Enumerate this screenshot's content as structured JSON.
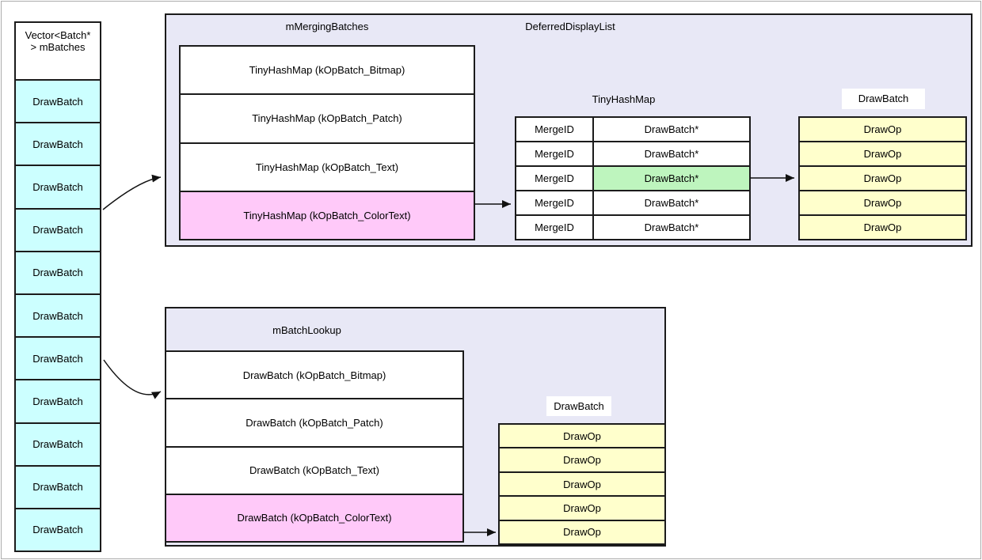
{
  "left_column": {
    "header_line1": "Vector<Batch*",
    "header_line2": "> mBatches",
    "cells": [
      "DrawBatch",
      "DrawBatch",
      "DrawBatch",
      "DrawBatch",
      "DrawBatch",
      "DrawBatch",
      "DrawBatch",
      "DrawBatch",
      "DrawBatch",
      "DrawBatch",
      "DrawBatch"
    ]
  },
  "deferred": {
    "title": "DeferredDisplayList",
    "merging_label": "mMergingBatches",
    "merging_rows": [
      "TinyHashMap (kOpBatch_Bitmap)",
      "TinyHashMap (kOpBatch_Patch)",
      "TinyHashMap (kOpBatch_Text)",
      "TinyHashMap (kOpBatch_ColorText)"
    ],
    "merging_highlighted_row_index": 3,
    "hashmap_label": "TinyHashMap",
    "hashmap_rows": [
      {
        "key": "MergeID",
        "value": "DrawBatch*"
      },
      {
        "key": "MergeID",
        "value": "DrawBatch*"
      },
      {
        "key": "MergeID",
        "value": "DrawBatch*"
      },
      {
        "key": "MergeID",
        "value": "DrawBatch*"
      },
      {
        "key": "MergeID",
        "value": "DrawBatch*"
      }
    ],
    "hashmap_highlighted_row_index": 2,
    "drawbatch_label": "DrawBatch",
    "drawops": [
      "DrawOp",
      "DrawOp",
      "DrawOp",
      "DrawOp",
      "DrawOp"
    ]
  },
  "lookup": {
    "label": "mBatchLookup",
    "rows": [
      "DrawBatch (kOpBatch_Bitmap)",
      "DrawBatch (kOpBatch_Patch)",
      "DrawBatch (kOpBatch_Text)",
      "DrawBatch (kOpBatch_ColorText)"
    ],
    "highlighted_row_index": 3,
    "drawbatch_label": "DrawBatch",
    "drawops": [
      "DrawOp",
      "DrawOp",
      "DrawOp",
      "DrawOp",
      "DrawOp"
    ]
  },
  "colors": {
    "box_background": "#E8E8F6",
    "cell_cyan": "#CCFFFF",
    "cell_pink": "#FFC9F9",
    "cell_green": "#BEF5BE",
    "cell_yellow": "#FFFFCC",
    "line": "#1b1b1b"
  }
}
